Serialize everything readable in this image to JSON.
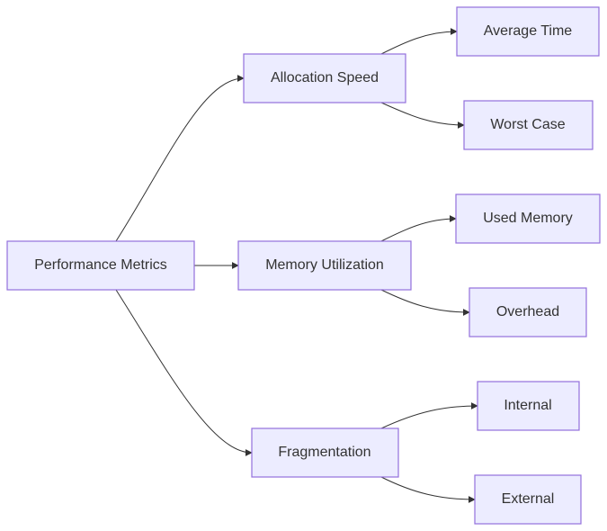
{
  "diagram": {
    "type": "flowchart-left-to-right",
    "colors": {
      "node_fill": "#ECECFF",
      "node_stroke": "#9370DB",
      "text": "#333333",
      "edge": "#333333",
      "background": "#FFFFFF"
    },
    "nodes": {
      "root": "Performance Metrics",
      "allocation_speed": "Allocation Speed",
      "memory_utilization": "Memory Utilization",
      "fragmentation": "Fragmentation",
      "average_time": "Average Time",
      "worst_case": "Worst Case",
      "used_memory": "Used Memory",
      "overhead": "Overhead",
      "internal": "Internal",
      "external": "External"
    },
    "edges": [
      {
        "from": "root",
        "to": "allocation_speed"
      },
      {
        "from": "root",
        "to": "memory_utilization"
      },
      {
        "from": "root",
        "to": "fragmentation"
      },
      {
        "from": "allocation_speed",
        "to": "average_time"
      },
      {
        "from": "allocation_speed",
        "to": "worst_case"
      },
      {
        "from": "memory_utilization",
        "to": "used_memory"
      },
      {
        "from": "memory_utilization",
        "to": "overhead"
      },
      {
        "from": "fragmentation",
        "to": "internal"
      },
      {
        "from": "fragmentation",
        "to": "external"
      }
    ]
  }
}
